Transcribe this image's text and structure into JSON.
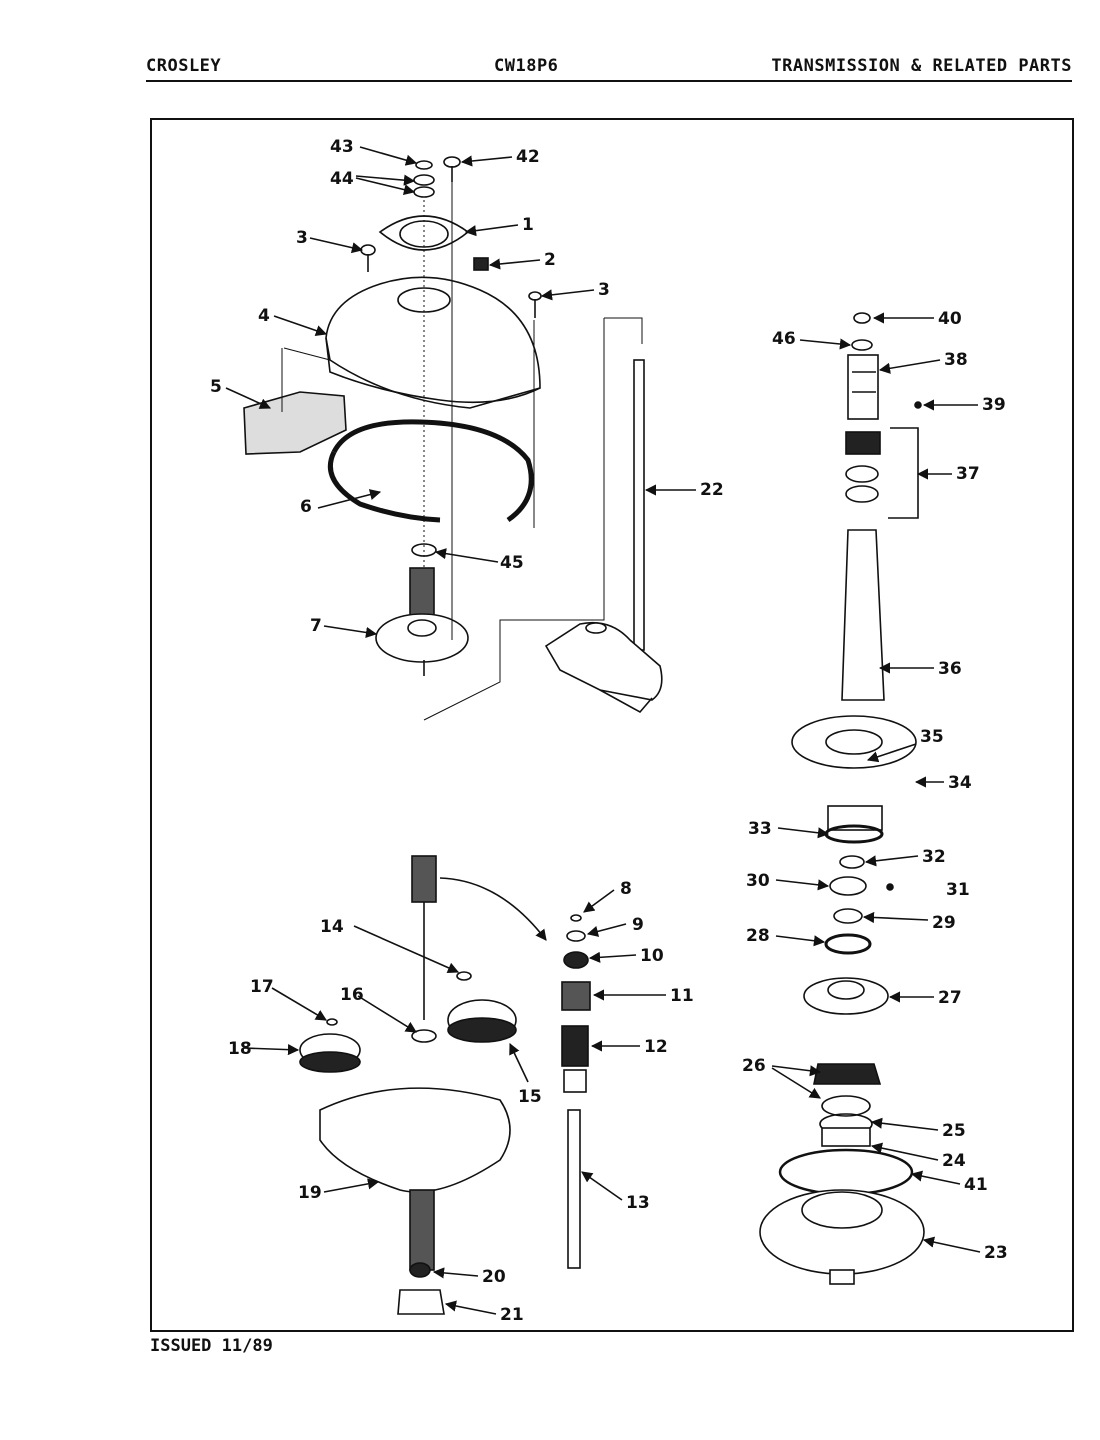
{
  "header": {
    "brand": "CROSLEY",
    "model": "CW18P6",
    "section": "TRANSMISSION & RELATED PARTS"
  },
  "footer": {
    "issued": "ISSUED 11/89"
  },
  "callouts": [
    {
      "id": "43",
      "text": "43"
    },
    {
      "id": "42",
      "text": "42"
    },
    {
      "id": "44",
      "text": "44"
    },
    {
      "id": "1",
      "text": "1"
    },
    {
      "id": "3a",
      "text": "3"
    },
    {
      "id": "2",
      "text": "2"
    },
    {
      "id": "3b",
      "text": "3"
    },
    {
      "id": "4",
      "text": "4"
    },
    {
      "id": "5",
      "text": "5"
    },
    {
      "id": "6",
      "text": "6"
    },
    {
      "id": "45",
      "text": "45"
    },
    {
      "id": "7",
      "text": "7"
    },
    {
      "id": "22",
      "text": "22"
    },
    {
      "id": "40",
      "text": "40"
    },
    {
      "id": "46",
      "text": "46"
    },
    {
      "id": "38",
      "text": "38"
    },
    {
      "id": "39",
      "text": "39"
    },
    {
      "id": "37",
      "text": "37"
    },
    {
      "id": "36",
      "text": "36"
    },
    {
      "id": "35",
      "text": "35"
    },
    {
      "id": "34",
      "text": "34"
    },
    {
      "id": "33",
      "text": "33"
    },
    {
      "id": "32",
      "text": "32"
    },
    {
      "id": "30",
      "text": "30"
    },
    {
      "id": "31",
      "text": "31"
    },
    {
      "id": "29",
      "text": "29"
    },
    {
      "id": "28",
      "text": "28"
    },
    {
      "id": "27",
      "text": "27"
    },
    {
      "id": "26",
      "text": "26"
    },
    {
      "id": "25",
      "text": "25"
    },
    {
      "id": "24",
      "text": "24"
    },
    {
      "id": "41",
      "text": "41"
    },
    {
      "id": "23",
      "text": "23"
    },
    {
      "id": "8",
      "text": "8"
    },
    {
      "id": "9",
      "text": "9"
    },
    {
      "id": "14",
      "text": "14"
    },
    {
      "id": "10",
      "text": "10"
    },
    {
      "id": "17",
      "text": "17"
    },
    {
      "id": "16",
      "text": "16"
    },
    {
      "id": "11",
      "text": "11"
    },
    {
      "id": "18",
      "text": "18"
    },
    {
      "id": "12",
      "text": "12"
    },
    {
      "id": "15",
      "text": "15"
    },
    {
      "id": "19",
      "text": "19"
    },
    {
      "id": "13",
      "text": "13"
    },
    {
      "id": "20",
      "text": "20"
    },
    {
      "id": "21",
      "text": "21"
    }
  ]
}
